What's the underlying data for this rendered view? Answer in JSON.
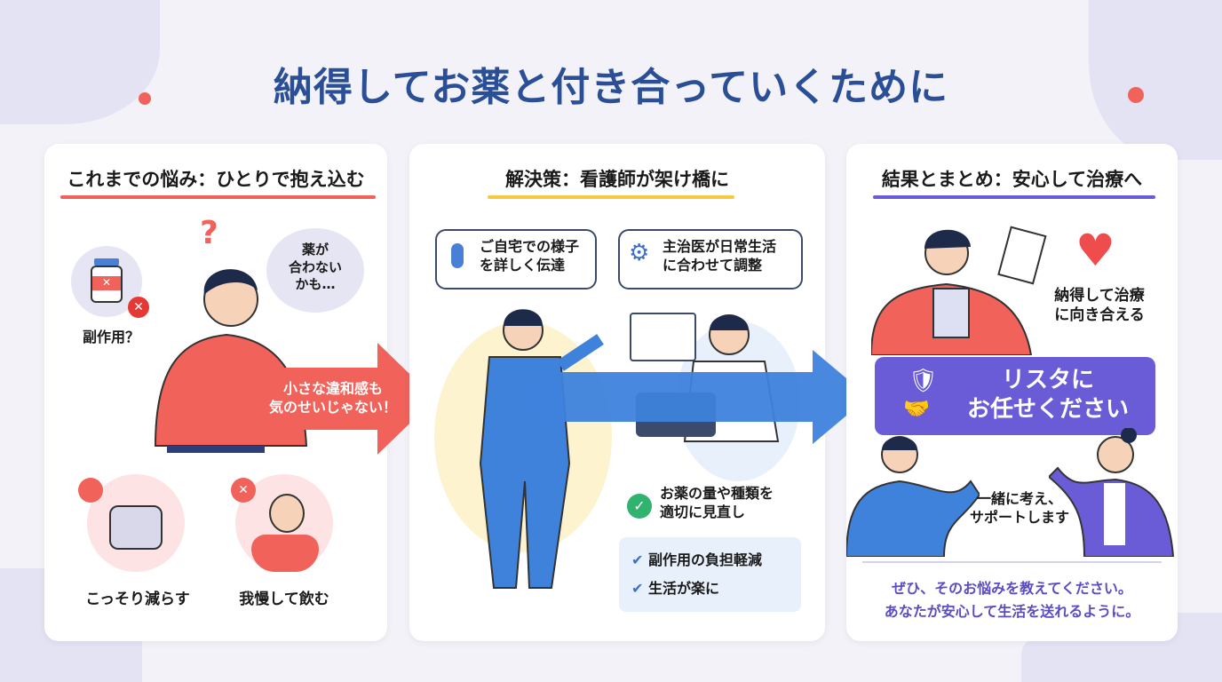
{
  "title": "納得してお薬と付き合っていくために",
  "colors": {
    "title": "#2b4f96",
    "red": "#f0625a",
    "blue": "#3e82dc",
    "purple": "#6a5bd6",
    "yellow": "#f5c842"
  },
  "panel1": {
    "heading": "これまでの悩み：ひとりで抱え込む",
    "side_effect": "副作用？",
    "thought": [
      "薬が",
      "合わない",
      "かも…"
    ],
    "arrow": [
      "小さな違和感も",
      "気のせいじゃない！"
    ],
    "sneak": "こっそり減らす",
    "endure": "我慢して飲む",
    "icons": [
      "pill-bottle-icon",
      "x-icon",
      "question-icon",
      "pillow-icon",
      "angry-face-icon"
    ]
  },
  "panel2": {
    "heading": "解決策：看護師が架け橋に",
    "bubble1": [
      "ご自宅での様子",
      "を詳しく伝達"
    ],
    "bubble2": [
      "主治医が日常生活",
      "に合わせて調整"
    ],
    "review": [
      "お薬の量や種類を",
      "適切に見直し"
    ],
    "benefits": [
      "副作用の負担軽減",
      "生活が楽に"
    ],
    "icons": [
      "microphone-icon",
      "gear-sync-icon",
      "check-circle-icon"
    ]
  },
  "panel3": {
    "heading": "結果とまとめ：安心して治療へ",
    "accept": [
      "納得して治療",
      "に向き合える"
    ],
    "banner": [
      "リスタに",
      "お任せください"
    ],
    "together": [
      "一緒に考え、",
      "サポートします"
    ],
    "closing": [
      "ぜひ、そのお悩みを教えてください。",
      "あなたが安心して生活を送れるように。"
    ],
    "icons": [
      "heart-icon",
      "shield-check-icon",
      "handshake-icon"
    ]
  }
}
